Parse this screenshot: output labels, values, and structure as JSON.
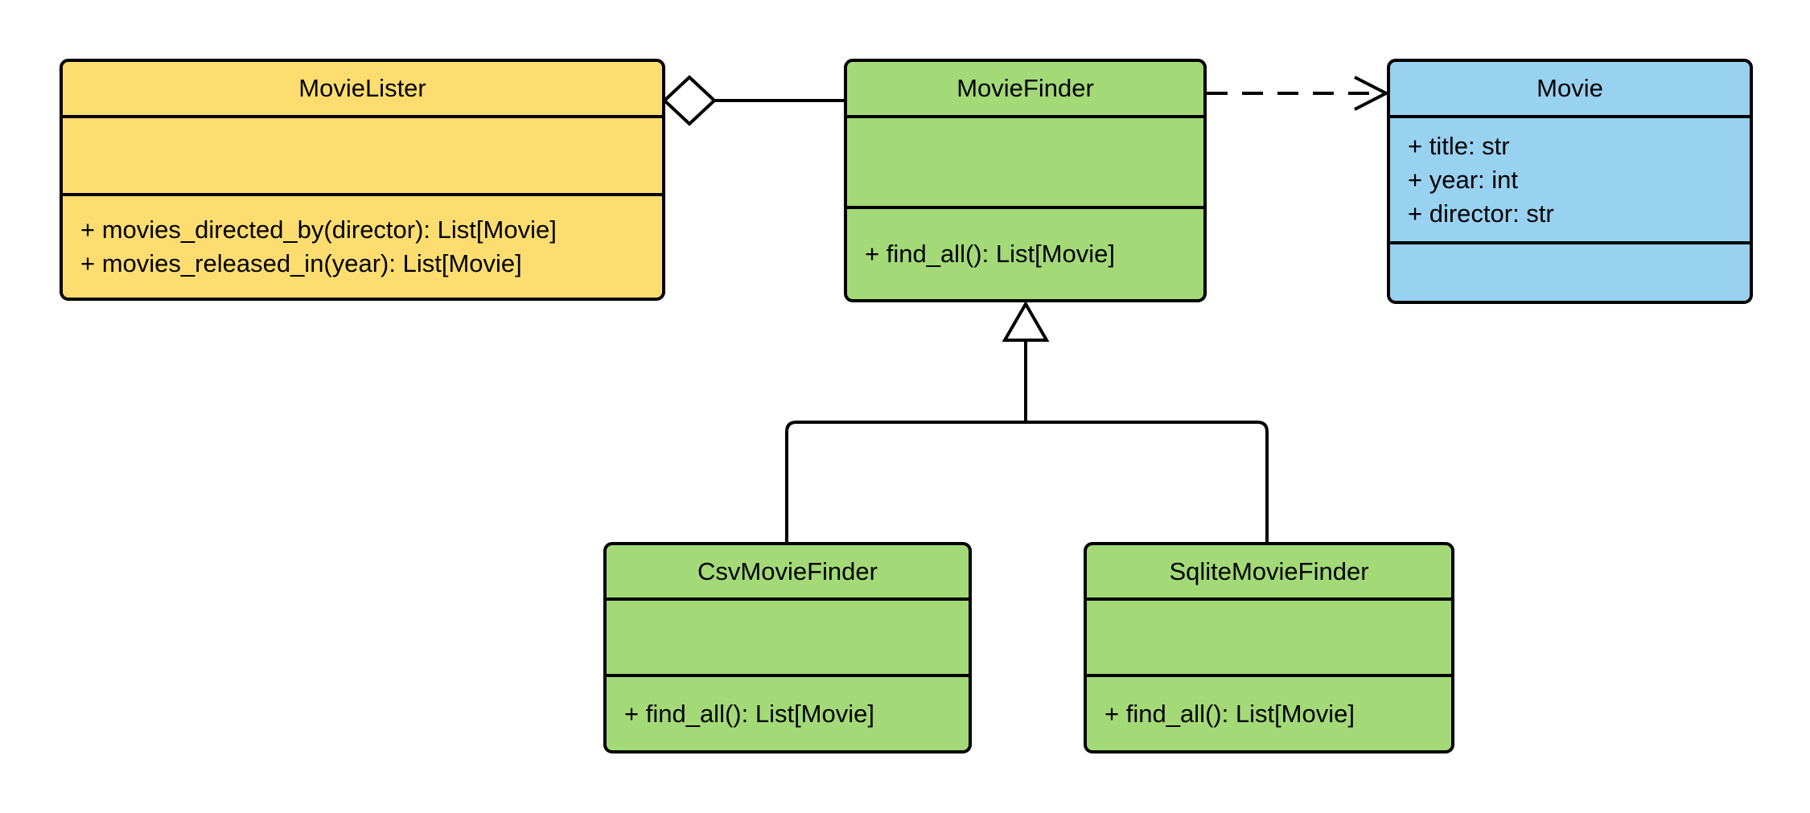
{
  "colors": {
    "yellow": "#FEDD70",
    "green": "#A3D977",
    "blue": "#99D1F0",
    "stroke": "#000000",
    "background": "#FFFFFF"
  },
  "classes": {
    "movie_lister": {
      "name": "MovieLister",
      "attributes": [],
      "methods": [
        "+ movies_directed_by(director): List[Movie]",
        "+ movies_released_in(year): List[Movie]"
      ],
      "color": "#FEDD70"
    },
    "movie_finder": {
      "name": "MovieFinder",
      "attributes": [],
      "methods": [
        "+ find_all(): List[Movie]"
      ],
      "color": "#A3D977"
    },
    "movie": {
      "name": "Movie",
      "attributes": [
        "+ title: str",
        "+ year: int",
        "+ director: str"
      ],
      "methods": [],
      "color": "#99D1F0"
    },
    "csv_movie_finder": {
      "name": "CsvMovieFinder",
      "attributes": [],
      "methods": [
        "+ find_all(): List[Movie]"
      ],
      "color": "#A3D977"
    },
    "sqlite_movie_finder": {
      "name": "SqliteMovieFinder",
      "attributes": [],
      "methods": [
        "+ find_all(): List[Movie]"
      ],
      "color": "#A3D977"
    }
  },
  "relationships": [
    {
      "type": "aggregation",
      "from": "MovieLister",
      "to": "MovieFinder",
      "marker": "hollow-diamond",
      "line": "solid"
    },
    {
      "type": "dependency",
      "from": "MovieFinder",
      "to": "Movie",
      "marker": "open-arrow",
      "line": "dashed"
    },
    {
      "type": "inheritance",
      "from": "CsvMovieFinder",
      "to": "MovieFinder",
      "marker": "hollow-triangle",
      "line": "solid"
    },
    {
      "type": "inheritance",
      "from": "SqliteMovieFinder",
      "to": "MovieFinder",
      "marker": "hollow-triangle",
      "line": "solid"
    }
  ]
}
